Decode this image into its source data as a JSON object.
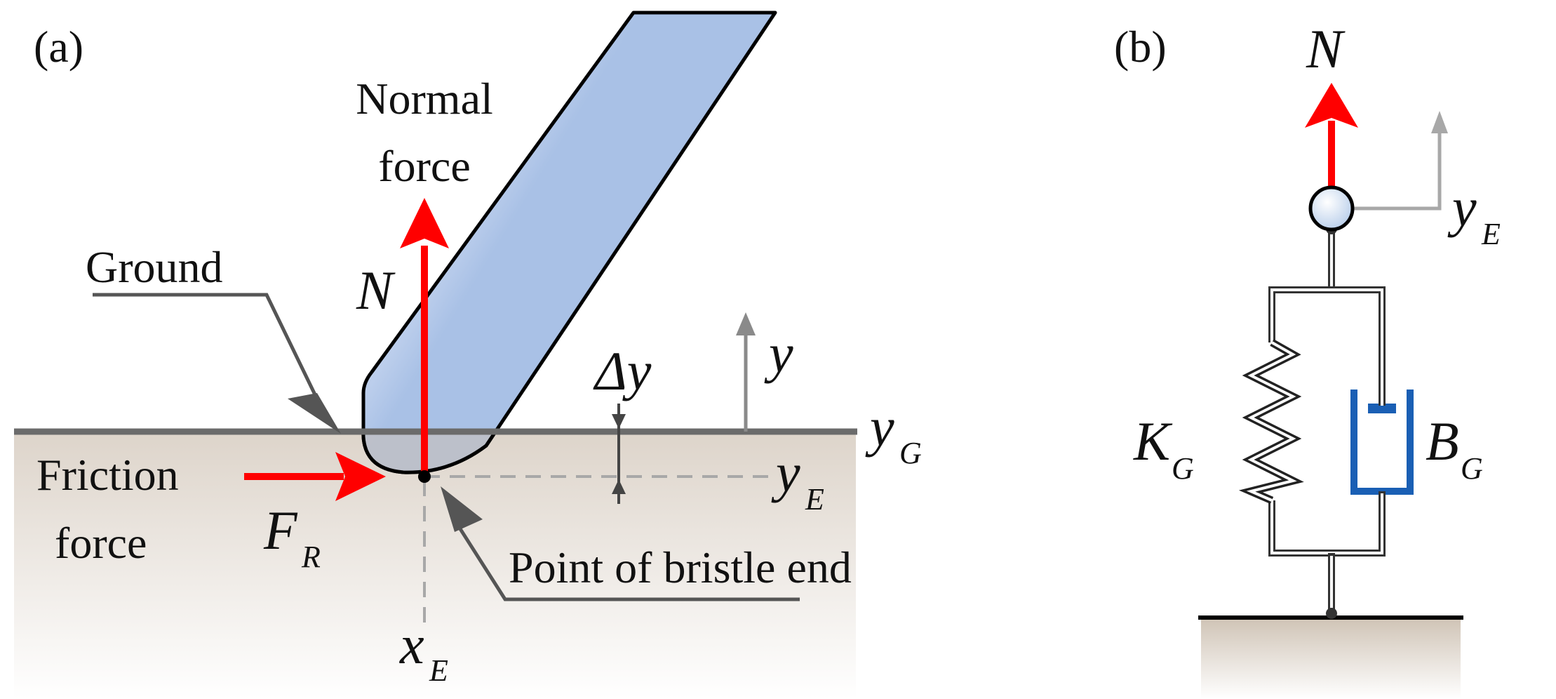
{
  "panel_a": {
    "tag": "(a)",
    "normal_force_line1": "Normal",
    "normal_force_line2": "force",
    "ground": "Ground",
    "friction_force_line1": "Friction",
    "friction_force_line2": "force",
    "point_of_bristle_end": "Point of bristle end",
    "N": "N",
    "F": "F",
    "F_sub": "R",
    "delta_y": "Δy",
    "y": "y",
    "y_G": "y",
    "y_G_sub": "G",
    "y_E": "y",
    "y_E_sub": "E",
    "x_E": "x",
    "x_E_sub": "E"
  },
  "panel_b": {
    "tag": "(b)",
    "N": "N",
    "y_E": "y",
    "y_E_sub": "E",
    "K_G": "K",
    "K_G_sub": "G",
    "B_G": "B",
    "B_G_sub": "G"
  },
  "colors": {
    "force_arrow": "#ff0000",
    "damper": "#1a5fb4",
    "ground_line": "#6b6b6b",
    "ground_fill": "#e1d9d0",
    "bristle_fill": "#b8cceb",
    "pointer": "#555555"
  }
}
